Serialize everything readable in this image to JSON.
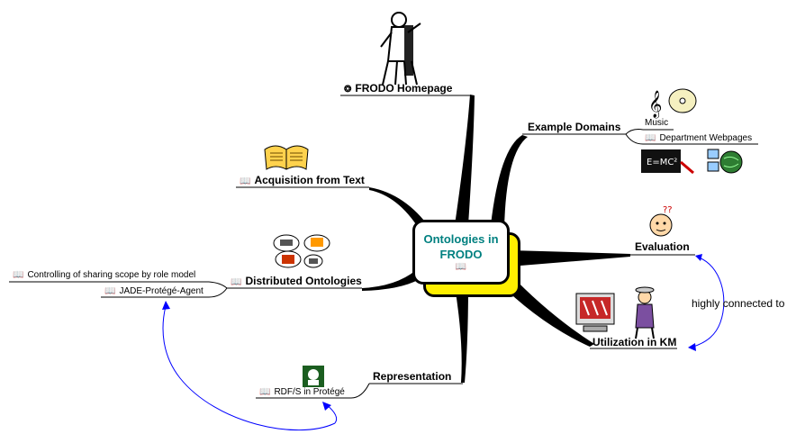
{
  "center": {
    "title_line1": "Ontologies in",
    "title_line2": "FRODO",
    "book_icon": "book-icon"
  },
  "branches": {
    "frodo": {
      "label": "FRODO Homepage",
      "icon": "web-icon"
    },
    "acquisition": {
      "label": "Acquisition from Text",
      "icon": "book-icon"
    },
    "distributed": {
      "label": "Distributed Ontologies",
      "icon": "book-icon"
    },
    "representation": {
      "label": "Representation"
    },
    "example": {
      "label": "Example Domains"
    },
    "evaluation": {
      "label": "Evaluation"
    },
    "utilization": {
      "label": "Utilization in KM"
    }
  },
  "subtopics": {
    "music": "Music",
    "dept": "Department Webpages",
    "sharing": "Controlling of sharing scope by role model",
    "jade": "JADE-Protégé-Agent",
    "rdfs": "RDF/S in Protégé"
  },
  "relations": {
    "highly_connected": "highly connected to"
  },
  "colors": {
    "center_text": "#008080",
    "center_shadow": "#ffef00",
    "relation_arrow": "#0000ff",
    "branch": "#000000"
  }
}
